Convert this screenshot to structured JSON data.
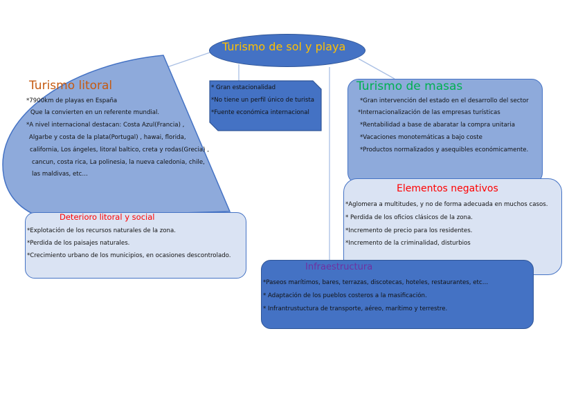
{
  "central": {
    "title": "Turismo de sol y playa"
  },
  "litoral": {
    "title": "Turismo litoral",
    "lines": [
      "*7900km de playas en España",
      "Que la convierten en un referente mundial.",
      "*A nivel internacional destacan: Costa Azul(Francia) ,",
      "Algarbe y costa de la plata(Portugal) , hawai, florida,",
      "california, Los ángeles, litoral baltico, creta y rodas(Grecia) ,",
      "cancun, costa rica, La polinesia, la nueva caledonia, chile,",
      "las maldivas, etc…"
    ]
  },
  "deterioro": {
    "title": "Deterioro litoral y social",
    "lines": [
      "*Explotación de los recursos naturales de la zona.",
      "*Perdida de los paisajes naturales.",
      "*Crecimiento urbano de los municipios, en ocasiones descontrolado."
    ]
  },
  "caracteristicas": {
    "lines": [
      "* Gran estacionalidad",
      "*No tiene un perfil único de turista",
      "*Fuente económica internacional"
    ]
  },
  "masas": {
    "title": "Turismo de masas",
    "lines": [
      "*Gran intervención del estado en el desarrollo del sector",
      "*Internacionalización de las empresas turísticas",
      "*Rentabilidad a base de abaratar la compra unitaria",
      "*Vacaciones monotemáticas a bajo coste",
      "*Productos normalizados y asequibles económicamente."
    ]
  },
  "negativos": {
    "title": "Elementos negativos",
    "lines": [
      "*Aglomera a multitudes, y no de forma adecuada en muchos casos.",
      "* Perdida de los oficios clásicos de la zona.",
      "*Incremento de precio para los residentes.",
      "*Incremento de la criminalidad, disturbios"
    ]
  },
  "infraestructura": {
    "title": "Infraestructura",
    "lines": [
      "*Paseos marítimos, bares, terrazas, discotecas, hoteles, restaurantes, etc…",
      "* Adaptación de los pueblos costeros a la masificación.",
      "* Infrantrustuctura de transporte, aéreo, marítimo y terrestre."
    ]
  },
  "colors": {
    "dark_blue": "#4472c4",
    "mid_blue": "#8eaadb",
    "light_blue": "#dae3f3",
    "orange": "#c55a11",
    "green": "#00b050",
    "red": "#ff0000",
    "purple": "#7030a0",
    "yellow": "#ffc000"
  }
}
